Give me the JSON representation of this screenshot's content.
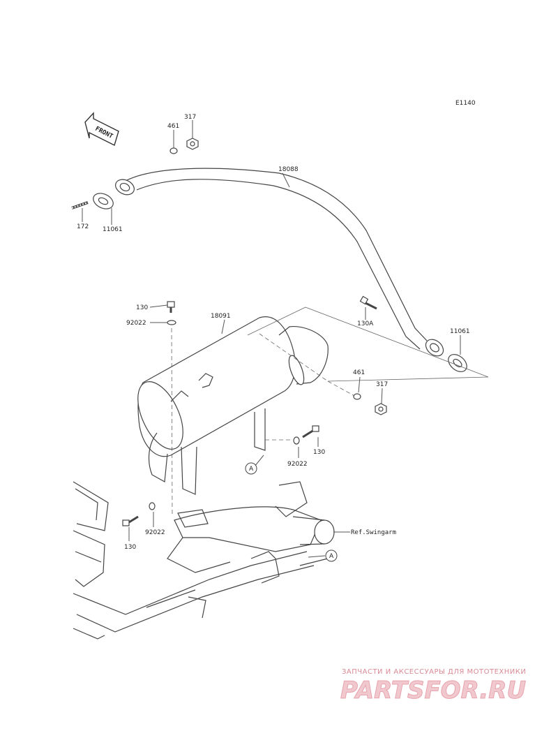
{
  "diagram": {
    "code": "E1140",
    "front_label": "FRONT",
    "part_labels": [
      {
        "id": "p317a",
        "text": "317"
      },
      {
        "id": "p461a",
        "text": "461"
      },
      {
        "id": "p18088",
        "text": "18088"
      },
      {
        "id": "p172",
        "text": "172"
      },
      {
        "id": "p11061a",
        "text": "11061"
      },
      {
        "id": "p130a",
        "text": "130"
      },
      {
        "id": "p92022a",
        "text": "92022"
      },
      {
        "id": "p18091",
        "text": "18091"
      },
      {
        "id": "p130A",
        "text": "130A"
      },
      {
        "id": "p11061b",
        "text": "11061"
      },
      {
        "id": "p461b",
        "text": "461"
      },
      {
        "id": "p317b",
        "text": "317"
      },
      {
        "id": "p130b",
        "text": "130"
      },
      {
        "id": "p92022b",
        "text": "92022"
      },
      {
        "id": "p92022c",
        "text": "92022"
      },
      {
        "id": "p130c",
        "text": "130"
      }
    ],
    "callout_a": "A",
    "callout_a2": "A",
    "reference": "Ref.Swingarm"
  },
  "watermark": {
    "line1": "ЗАПЧАСТИ И АКСЕССУАРЫ ДЛЯ МОТОТЕХНИКИ",
    "line2": "PARTSFOR.RU"
  }
}
